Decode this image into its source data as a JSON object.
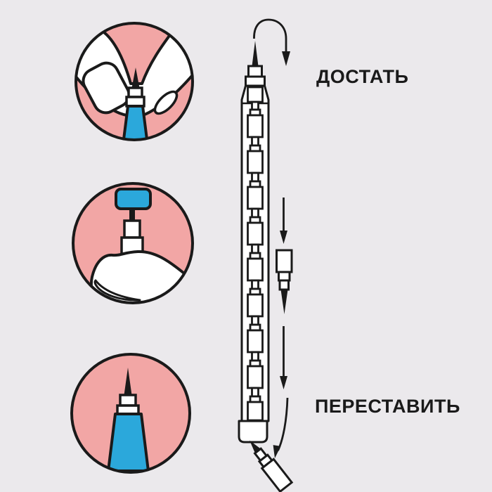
{
  "labels": {
    "extract": "ДОСТАТЬ",
    "move": "ПЕРЕСТАВИТЬ"
  },
  "colors": {
    "background": "#EBE9EC",
    "pink": "#F2A6A5",
    "blue": "#2BA8DB",
    "outline": "#1A1A1A",
    "white": "#FFFFFF",
    "text": "#1A1A1A"
  },
  "illustrations": [
    {
      "id": "step-1",
      "icon": "brush-between-teeth-icon"
    },
    {
      "id": "step-2",
      "icon": "brush-behind-tooth-icon"
    },
    {
      "id": "step-3",
      "icon": "brush-tip-icon"
    },
    {
      "id": "device",
      "icon": "refill-pen-diagram-icon"
    }
  ]
}
